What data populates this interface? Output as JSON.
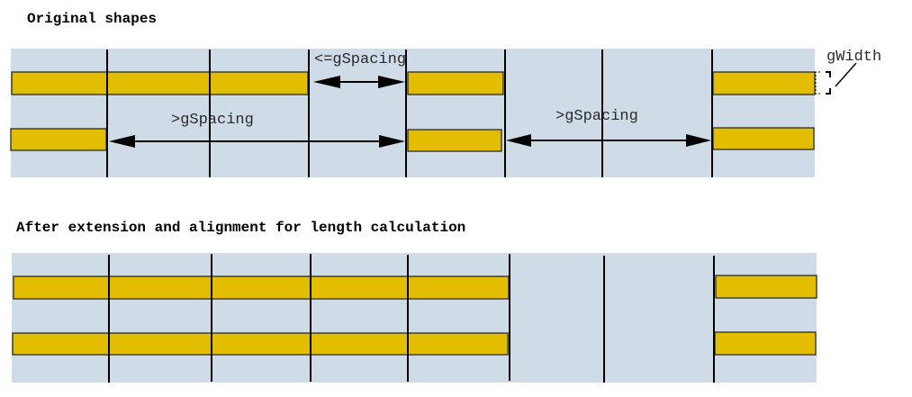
{
  "headings": {
    "original": "Original shapes",
    "after": "After extension and alignment for length calculation"
  },
  "colors": {
    "panel": "#cfdbe6",
    "shape": "#e3bd00",
    "line": "#000000"
  },
  "annotations": {
    "le_spacing": "<=gSpacing",
    "gt_spacing_left": ">gSpacing",
    "gt_spacing_right": ">gSpacing",
    "width": "gWidth"
  },
  "original_panel": {
    "grid_lines": 7,
    "row1_shapes": 3,
    "row2_shapes": 3
  },
  "after_panel": {
    "grid_lines": 7,
    "row1_shapes": 2,
    "row2_shapes": 2
  }
}
